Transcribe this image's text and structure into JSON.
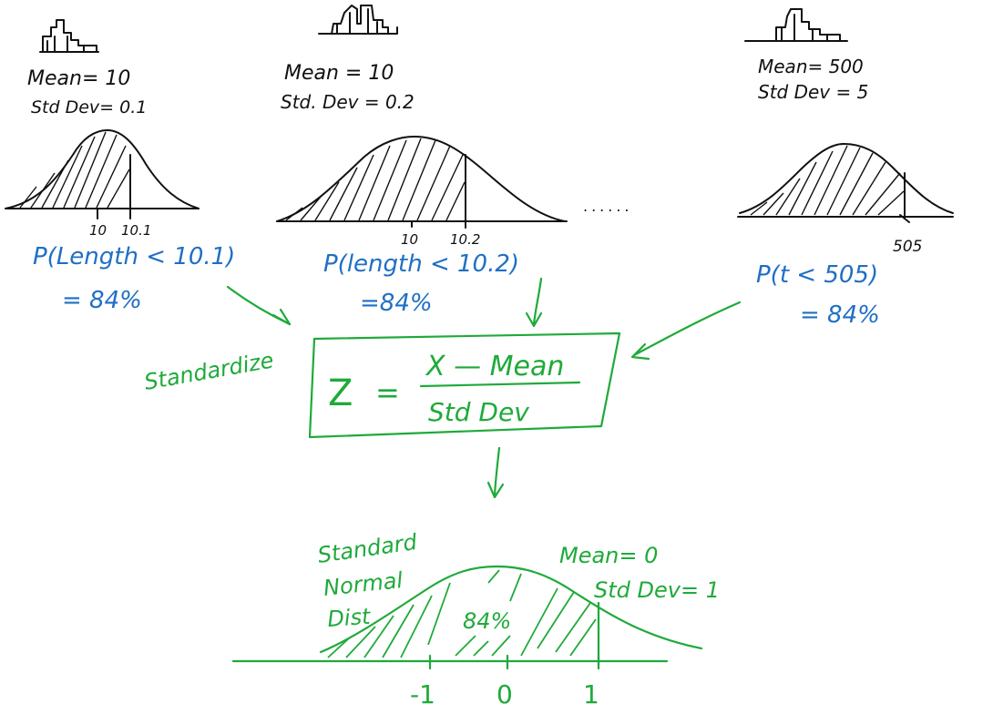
{
  "factories": [
    {
      "mean_label": "Mean= 10",
      "sd_label": "Std Dev= 0.1",
      "axis_labels": [
        "10",
        "10.1"
      ],
      "prob_line1": "P(Length < 10.1)",
      "prob_line2": "= 84%"
    },
    {
      "mean_label": "Mean = 10",
      "sd_label": "Std. Dev = 0.2",
      "axis_labels": [
        "10",
        "10.2"
      ],
      "prob_line1": "P(length < 10.2)",
      "prob_line2": "=84%"
    },
    {
      "mean_label": "Mean= 500",
      "sd_label": "Std Dev = 5",
      "axis_labels": [
        "505"
      ],
      "prob_line1": "P(t < 505)",
      "prob_line2": "= 84%"
    }
  ],
  "ellipsis": "......",
  "standardize_label": "Standardize",
  "formula": {
    "z": "Z",
    "equals": "=",
    "numerator": "X — Mean",
    "denominator": "Std Dev"
  },
  "standard_normal": {
    "title_lines": [
      "Standard",
      "Normal",
      "Dist"
    ],
    "mean_label": "Mean= 0",
    "sd_label": "Std Dev= 1",
    "area_label": "84%",
    "axis_labels": [
      "-1",
      "0",
      "1"
    ]
  },
  "colors": {
    "ink": "#111111",
    "blue": "#1f6fc4",
    "green": "#1faa3a"
  },
  "icons": [
    "factory-icon",
    "factory-icon",
    "factory-icon"
  ]
}
